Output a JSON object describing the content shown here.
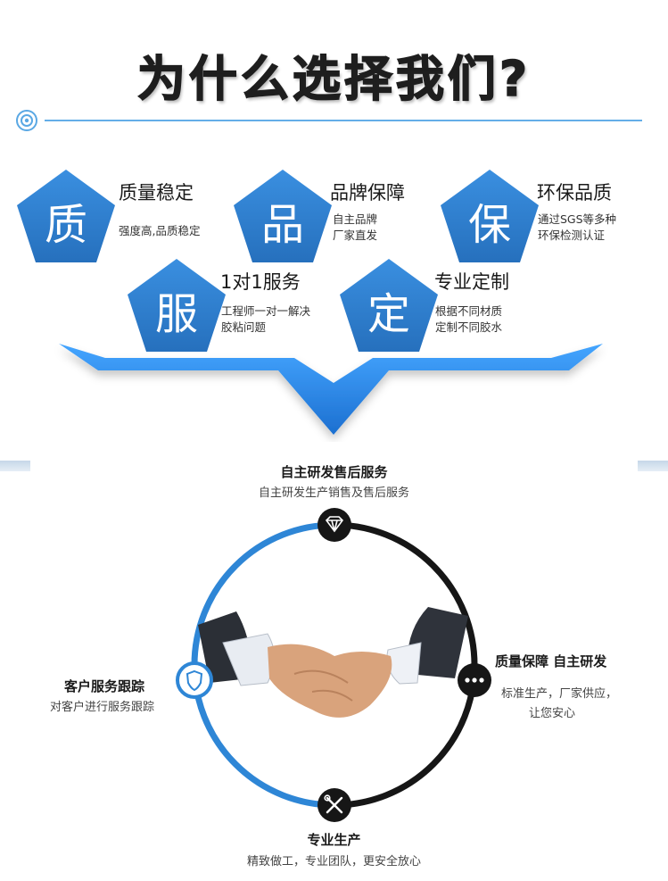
{
  "header": {
    "title": "为什么选择我们?"
  },
  "features": [
    {
      "char": "质",
      "title": "质量稳定",
      "lines": [
        "强度高,品质稳定"
      ]
    },
    {
      "char": "品",
      "title": "品牌保障",
      "lines": [
        "自主品牌",
        "厂家直发"
      ]
    },
    {
      "char": "保",
      "title": "环保品质",
      "lines": [
        "通过SGS等多种",
        "环保检测认证"
      ]
    },
    {
      "char": "服",
      "title": "1对1服务",
      "lines": [
        "工程师一对一解决",
        "胶粘问题"
      ]
    },
    {
      "char": "定",
      "title": "专业定制",
      "lines": [
        "根据不同材质",
        "定制不同胶水"
      ]
    }
  ],
  "circle": {
    "top": {
      "title": "自主研发售后服务",
      "line": "自主研发生产销售及售后服务",
      "icon": "diamond-icon"
    },
    "right": {
      "title": "质量保障  自主研发",
      "lines": [
        "标准生产，厂家供应，",
        "让您安心"
      ],
      "icon": "more-dots-icon"
    },
    "bottom": {
      "title": "专业生产",
      "line": "精致做工，专业团队，更安全放心",
      "icon": "tools-icon"
    },
    "left": {
      "title": "客户服务跟踪",
      "line": "对客户进行服务跟踪",
      "icon": "shield-icon"
    }
  },
  "colors": {
    "accent_blue": "#2e86d6",
    "pentagon_blue": "#2f7fcf",
    "ring_black": "#161616",
    "header_line": "#64aee8"
  }
}
